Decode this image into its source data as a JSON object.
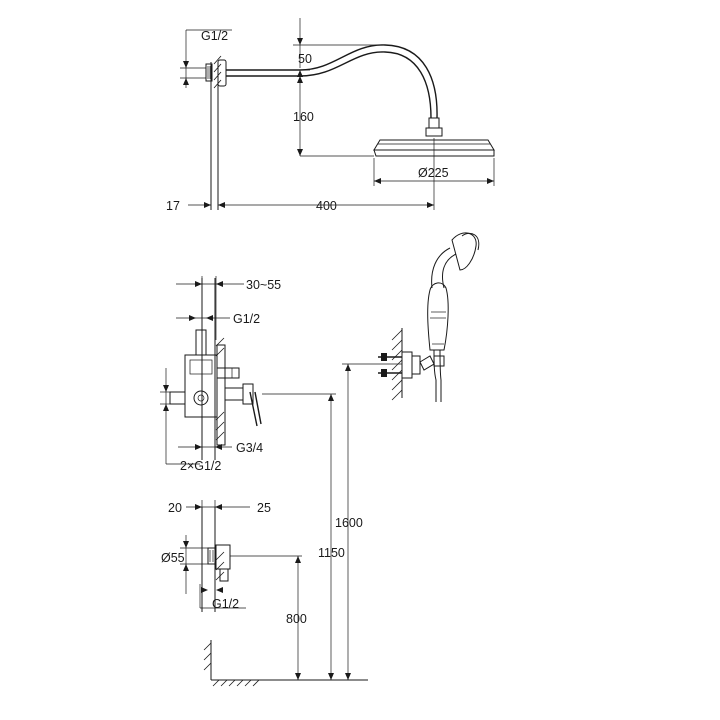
{
  "dimensions": {
    "top_connection": "G1/2",
    "arm_drop": "50",
    "arm_height": "160",
    "head_diameter": "Ø225",
    "wall_offset": "17",
    "arm_length": "400",
    "wall_depth": "30~55",
    "valve_connection": "G1/2",
    "valve_outlet": "G3/4",
    "valve_inlets": "2×G1/2",
    "bracket_depth_left": "20",
    "bracket_depth_right": "25",
    "bracket_diameter": "Ø55",
    "bracket_connection": "G1/2",
    "height_bracket": "800",
    "height_valve": "1150",
    "height_hand_shower": "1600"
  }
}
